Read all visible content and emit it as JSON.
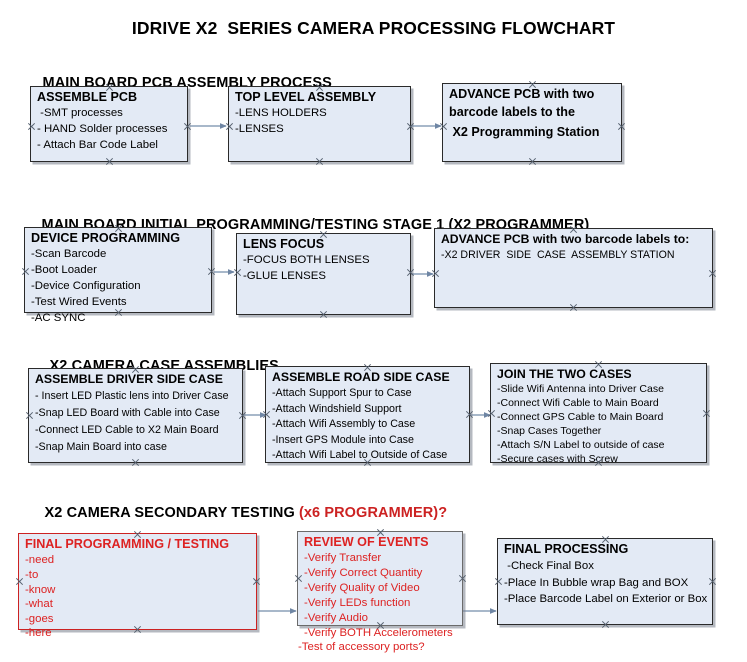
{
  "document": {
    "title": "IDRIVE X2  SERIES CAMERA PROCESSING FLOWCHART"
  },
  "colors": {
    "box_fill": "#e3eaf5",
    "box_border": "#2a2a2a",
    "red_accent": "#dd2222",
    "arrow": "#7f95ae",
    "handle": "#55606e",
    "text": "#000000"
  },
  "sections": [
    {
      "heading": "MAIN BOARD PCB ASSEMBLY PROCESS",
      "heading_suffix": "",
      "boxes": [
        {
          "title": "ASSEMBLE PCB",
          "lines": [
            " -SMT processes",
            "- HAND Solder processes",
            "- Attach Bar Code Label"
          ]
        },
        {
          "title": "TOP LEVEL ASSEMBLY",
          "lines": [
            "-LENS HOLDERS",
            "-LENSES"
          ]
        },
        {
          "title": "ADVANCE PCB with two",
          "lines": [
            "barcode labels to the",
            " X2 Programming Station"
          ]
        }
      ]
    },
    {
      "heading": "MAIN BOARD INITIAL PROGRAMMING/TESTING STAGE 1 (X2 PROGRAMMER)",
      "heading_suffix": "",
      "boxes": [
        {
          "title": "DEVICE PROGRAMMING",
          "lines": [
            "-Scan Barcode",
            "-Boot Loader",
            "-Device Configuration",
            "-Test Wired Events",
            "-AC SYNC"
          ]
        },
        {
          "title": "LENS FOCUS",
          "lines": [
            "-FOCUS BOTH LENSES",
            "-GLUE LENSES"
          ]
        },
        {
          "title": "ADVANCE PCB with two barcode labels to:",
          "lines": [
            "-X2 DRIVER  SIDE  CASE  ASSEMBLY STATION"
          ]
        }
      ]
    },
    {
      "heading": "X2 CAMERA CASE ASSEMBLIES",
      "heading_suffix": "",
      "boxes": [
        {
          "title": "ASSEMBLE DRIVER SIDE CASE",
          "lines": [
            "- Insert LED Plastic lens into Driver Case",
            "-Snap LED Board with Cable into Case",
            "-Connect LED Cable to X2 Main Board",
            "-Snap Main Board into case"
          ]
        },
        {
          "title": "ASSEMBLE ROAD SIDE CASE",
          "lines": [
            "-Attach Support Spur to Case",
            "-Attach Windshield Support",
            "-Attach Wifi Assembly to Case",
            "-Insert GPS Module into Case",
            "-Attach Wifi Label to Outside of Case"
          ]
        },
        {
          "title": "JOIN THE TWO CASES",
          "lines": [
            "-Slide Wifi Antenna into Driver Case",
            "-Connect Wifi Cable to Main Board",
            "-Connect GPS Cable to Main Board",
            "-Snap Cases Together",
            "-Attach S/N Label to outside of case",
            "-Secure cases with Screw"
          ]
        }
      ]
    },
    {
      "heading": "X2 CAMERA SECONDARY TESTING ",
      "heading_suffix": "(x6 PROGRAMMER)?",
      "boxes": [
        {
          "title": "FINAL PROGRAMMING / TESTING",
          "lines": [
            "-need",
            "-to",
            "-know",
            "-what",
            "-goes",
            "-here"
          ]
        },
        {
          "title": "REVIEW OF EVENTS",
          "lines": [
            "-Verify Transfer",
            "-Verify Correct Quantity",
            "-Verify Quality of Video",
            "-Verify LEDs function",
            "-Verify Audio",
            "-Verify BOTH Accelerometers"
          ],
          "overflow_line": "-Test of accessory ports?"
        },
        {
          "title": "FINAL PROCESSING",
          "lines": [
            " -Check Final Box",
            "-Place In Bubble wrap Bag and BOX",
            "-Place Barcode Label on Exterior or Box"
          ]
        }
      ]
    }
  ]
}
